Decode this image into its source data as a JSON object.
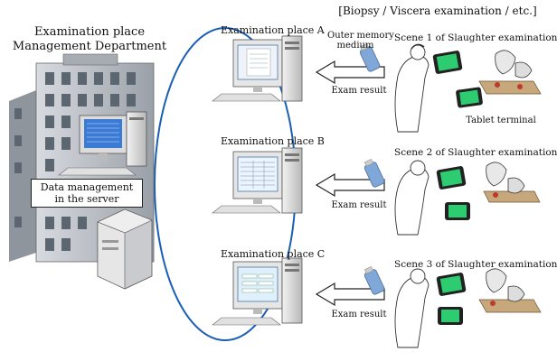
{
  "header": {
    "note": "[Biopsy / Viscera examination / etc.]"
  },
  "department": {
    "title_line1": "Examination place",
    "title_line2": "Management Department",
    "server_label_line1": "Data management",
    "server_label_line2": "in the server"
  },
  "places": [
    {
      "label": "Examination place A"
    },
    {
      "label": "Examination place B"
    },
    {
      "label": "Examination place C"
    }
  ],
  "transfer": {
    "medium_line1": "Outer memory",
    "medium_line2": "medium",
    "result_a": "Exam result",
    "result_b": "Exam result",
    "result_c": "Exam result"
  },
  "scenes": [
    {
      "label": "Scene 1 of Slaughter examination"
    },
    {
      "label": "Scene 2 of Slaughter examination"
    },
    {
      "label": "Scene 3 of Slaughter examination"
    }
  ],
  "tablet_label": "Tablet terminal",
  "colors": {
    "network_line": "#1a5fb4",
    "screen": "#3a7bd5",
    "computer": "#e8e8e8"
  }
}
